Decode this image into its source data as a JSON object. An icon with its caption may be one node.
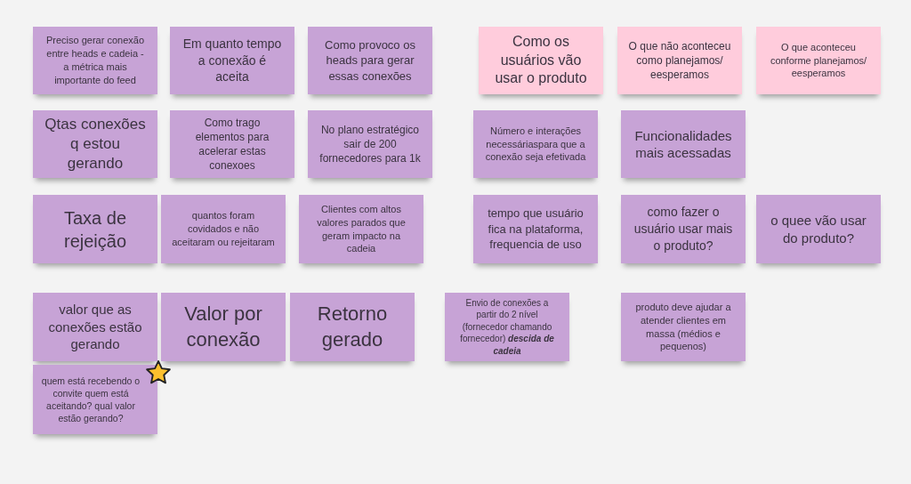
{
  "diagram": {
    "nodes": [
      {
        "text": [
          "Preciso gerar conexão entre heads e cadeia - a métrica mais importante do feed"
        ]
      },
      {
        "text": [
          "Em quanto tempo a conexão é aceita"
        ]
      },
      {
        "text": [
          "Como provoco os heads para gerar essas conexões"
        ]
      },
      {
        "text": [
          "Como os usuários vão usar o produto"
        ]
      },
      {
        "text": [
          "O que não aconteceu como planejamos/ eesperamos"
        ]
      },
      {
        "text": [
          "O que aconteceu conforme planejamos/ eesperamos"
        ]
      },
      {
        "text": [
          "Qtas conexões q estou gerando"
        ]
      },
      {
        "text": [
          "Como trago elementos para acelerar estas conexoes"
        ]
      },
      {
        "text": [
          "No plano estratégico sair de 200 fornecedores para 1k"
        ]
      },
      {
        "text": [
          "Número e interações necessáriaspara que a conexão seja efetivada"
        ]
      },
      {
        "text": [
          "Funcionalidades mais acessadas"
        ]
      },
      {
        "text": [
          "Taxa de rejeição"
        ]
      },
      {
        "text": [
          "quantos foram covidados e não aceitaram ou rejeitaram"
        ]
      },
      {
        "text": [
          "Clientes com altos valores parados que geram impacto na cadeia"
        ]
      },
      {
        "text": [
          "tempo que usuário fica na plataforma, frequencia de uso"
        ]
      },
      {
        "text": [
          "como fazer o usuário usar mais o produto?"
        ]
      },
      {
        "text": [
          "o quee vão usar do produto?"
        ]
      },
      {
        "text": [
          "valor que as conexões estão gerando"
        ]
      },
      {
        "text": [
          "Valor por conexão"
        ]
      },
      {
        "text": [
          "Retorno gerado"
        ]
      },
      {
        "text": [
          "Envio de conexões a partir do 2 nível (fornecedor chamando fornecedor) **descida de cadeia**"
        ]
      },
      {
        "text": [
          "produto deve ajudar a atender clientes em massa (médios e pequenos)"
        ]
      },
      {
        "text": [
          "quem está recebendo o convite quem está aceitando? qual valor estão gerando?"
        ]
      }
    ]
  }
}
